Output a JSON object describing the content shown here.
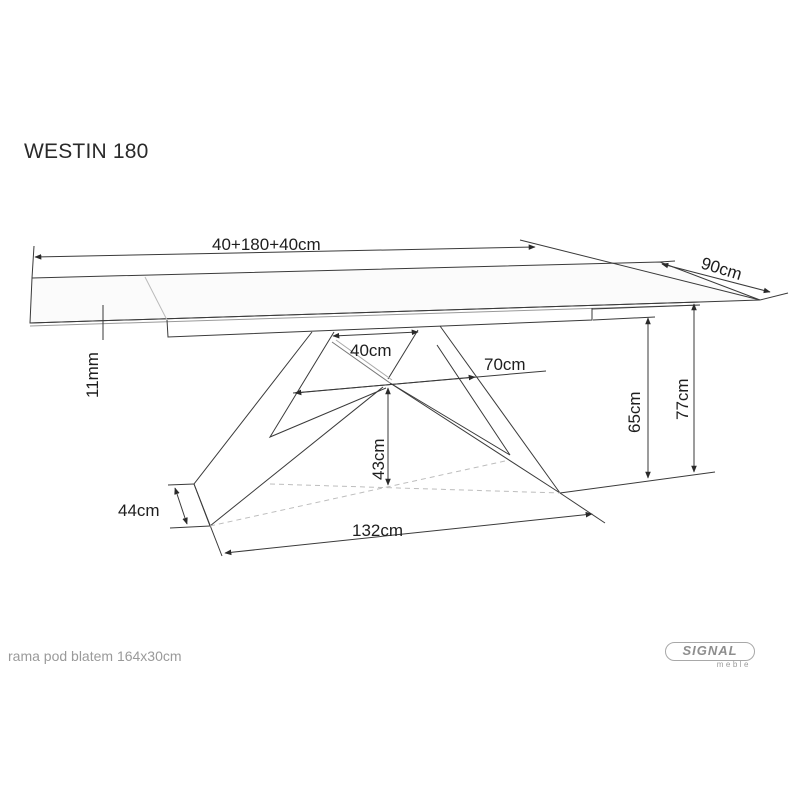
{
  "product": {
    "title": "WESTIN 180"
  },
  "dimensions": {
    "length_extended": "40+180+40cm",
    "depth": "90cm",
    "top_thickness": "11mm",
    "frame_clearance_height": "65cm",
    "total_height": "77cm",
    "leg_top_width": "40cm",
    "leg_span_top": "70cm",
    "leg_cross_height": "43cm",
    "foot_depth": "44cm",
    "foot_span": "132cm"
  },
  "footer": {
    "note": "rama pod blatem 164x30cm",
    "brand": "SIGNAL",
    "brand_sub": "meble"
  },
  "colors": {
    "line": "#3a3a3a",
    "dashed": "#bdbdbd",
    "footer_text": "#9a9a9a"
  }
}
